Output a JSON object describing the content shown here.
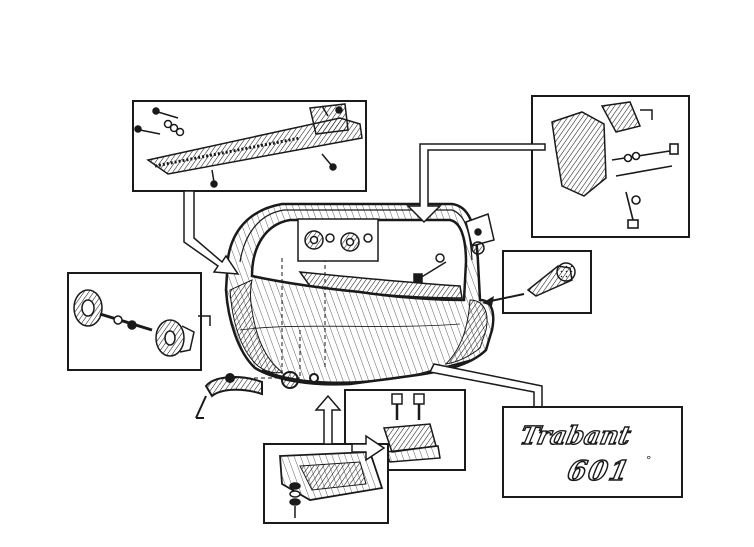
{
  "diagram": {
    "badge": {
      "brand": "Trabant",
      "model": "601"
    },
    "colors": {
      "ink": "#1a1a1a",
      "paper": "#ffffff"
    },
    "icons": {
      "arrows": "outline-callout-arrows",
      "fasteners": "bolt-screw-washer-nut-icons"
    }
  }
}
